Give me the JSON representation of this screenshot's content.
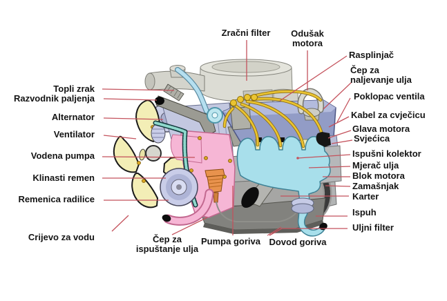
{
  "figure": {
    "type": "labeled-engine-diagram",
    "language": "Croatian",
    "labels": {
      "topli_zrak": "Topli zrak",
      "razvodnik_paljenja": "Razvodnik paljenja",
      "alternator": "Alternator",
      "ventilator": "Ventilator",
      "vodena_pumpa": "Vodena pumpa",
      "klinasti_remen": "Klinasti remen",
      "remenica_radilice": "Remenica radilice",
      "crijevo_za_vodu": "Crijevo za vodu",
      "zracni_filter": "Zračni filter",
      "odusak_motora": "Odušak\nmotora",
      "rasplinjac": "Rasplinjač",
      "cep_za_naljevanje_ulja": "Čep za\nnaljevanje ulja",
      "poklopac_ventila": "Poklopac ventila",
      "kabel_za_cvjecicu": "Kabel za cvječicu",
      "glava_motora": "Glava motora",
      "svjecica": "Svjećica",
      "ispusni_kolektor": "Ispušni kolektor",
      "mjerac_ulja": "Mjerač ulja",
      "blok_motora": "Blok motora",
      "zamasnjak": "Zamašnjak",
      "karter": "Karter",
      "ispuh": "Ispuh",
      "uljni_filter": "Uljni filter",
      "cep_za_ispustanje_ulja": "Čep za\nispuštanje ulja",
      "pumpa_goriva": "Pumpa goriva",
      "dovod_goriva": "Dovod goriva"
    },
    "colors": {
      "background": "#ffffff",
      "leader_line": "#c4525c",
      "label_text": "#141414",
      "air_filter": "#dcdcd4",
      "valve_cover": "#929cc6",
      "exhaust_manifold": "#a8dfeb",
      "timing_cover": "#f6b6d5",
      "fan": "#f3eeb6",
      "spark_plug_wires": "#eac431",
      "fuel_pump": "#e8924d",
      "oil_pan": "#82827e",
      "coolant_hose": "#b5dff0",
      "pulley": "#c9cde8"
    }
  }
}
